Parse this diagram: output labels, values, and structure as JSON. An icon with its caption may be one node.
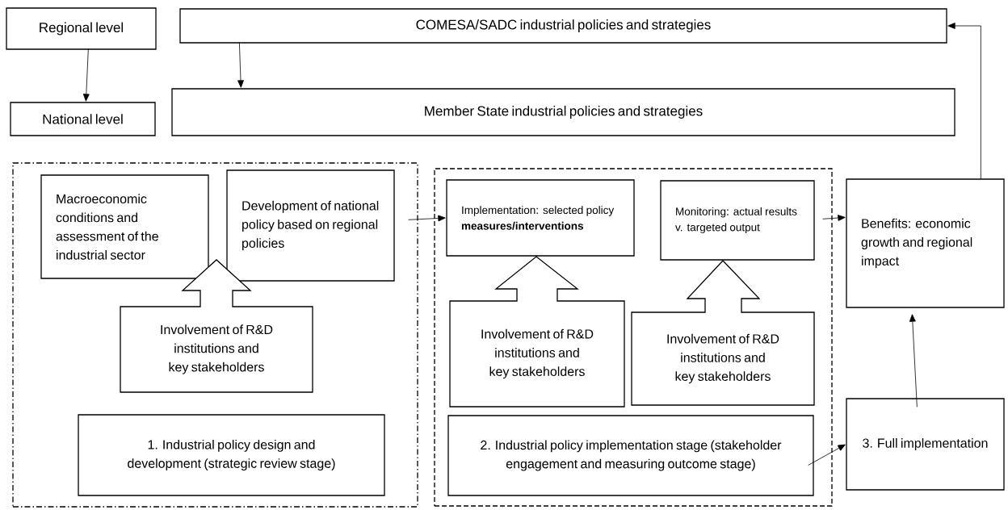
{
  "diagram": {
    "nodes": [
      {
        "text": [
          "Regional level"
        ]
      },
      {
        "text": [
          "COMESA/SADC industrial policies and strategies"
        ]
      },
      {
        "text": [
          "National level"
        ]
      },
      {
        "text": [
          "Member State industrial policies and strategies"
        ]
      },
      {
        "text": [],
        "shape": "box"
      },
      {
        "text": [
          "Macroeconomic conditions and assessment of the industrial sector"
        ],
        "in": 4
      },
      {
        "text": [
          "Development of national policy based on regional policies"
        ],
        "in": 4
      },
      {
        "text": [
          "Involvement of R&D institutions and key stakeholders"
        ],
        "in": 4
      },
      {
        "text": [
          "1. Industrial policy design and development (strategic review stage)"
        ],
        "in": 4
      },
      {
        "text": [],
        "shape": "box"
      },
      {
        "text": [
          "Implementation: selected policy **measures/interventions**"
        ],
        "in": 9
      },
      {
        "text": [
          "Monitoring: actual results v. targeted output"
        ],
        "in": 9
      },
      {
        "text": [
          "Involvement of R&D institutions and key stakeholders"
        ],
        "in": 9
      },
      {
        "text": [
          "Involvement of R&D institutions and key stakeholders"
        ],
        "in": 9
      },
      {
        "text": [
          "2. Industrial policy implementation stage (stakeholder engagement and measuring outcome stage)"
        ],
        "in": 9
      },
      {
        "text": [
          "Benefits: economic growth and regional impact"
        ]
      },
      {
        "text": [
          "3. Full implementation"
        ]
      }
    ],
    "edges": [
      {
        "from": 0,
        "to": 2,
        "arrow": "to"
      },
      {
        "from": 1,
        "to": 3,
        "arrow": "to"
      },
      {
        "from": 4,
        "to": 10,
        "arrow": "to"
      },
      {
        "from": 9,
        "to": 15,
        "arrow": "to"
      },
      {
        "from": 14,
        "to": 16,
        "arrow": "to"
      },
      {
        "from": 16,
        "to": 15,
        "arrow": "to"
      },
      {
        "from": 15,
        "to": 1,
        "arrow": "to"
      }
    ]
  }
}
